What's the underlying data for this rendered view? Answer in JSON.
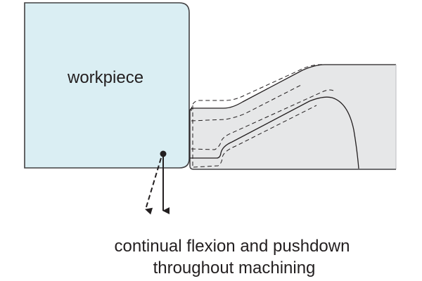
{
  "diagram": {
    "workpiece": {
      "label": "workpiece",
      "fill": "#daeef3",
      "stroke": "#414042"
    },
    "tool": {
      "fill": "#e6e7e8",
      "stroke": "#231f20"
    },
    "arrows": [
      {
        "style": "solid",
        "meaning": "pushdown"
      },
      {
        "style": "dashed",
        "meaning": "flexion"
      }
    ],
    "caption_line1": "continual flexion and pushdown",
    "caption_line2": "throughout machining"
  }
}
